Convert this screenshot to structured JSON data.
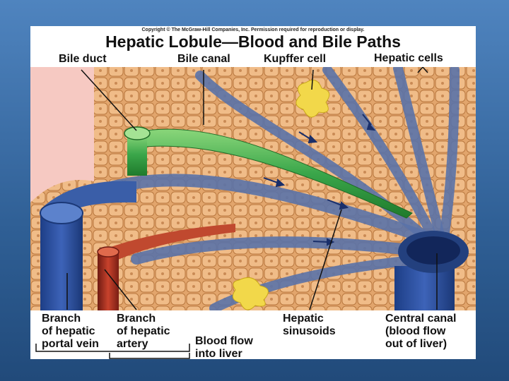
{
  "slide": {
    "copyright": "Copyright © The McGraw-Hill Companies, Inc. Permission required for reproduction or display.",
    "title": "Hepatic Lobule—Blood and Bile Paths"
  },
  "labels": {
    "bile_duct": "Bile duct",
    "bile_canal": "Bile canal",
    "kupffer_cell": "Kupffer cell",
    "hepatic_cells": "Hepatic cells",
    "portal_vein_branch": "Branch\nof hepatic\nportal vein",
    "hepatic_artery_branch": "Branch\nof hepatic\nartery",
    "blood_flow_into": "Blood flow\ninto liver",
    "hepatic_sinusoids": "Hepatic\nsinusoids",
    "central_canal": "Central canal\n(blood flow\nout of liver)"
  },
  "colors": {
    "background": "#3a6ea8",
    "hepatocyte": "#e8b07a",
    "sinusoid": "#5a72a8",
    "bile": "#3aa64a",
    "artery": "#b83a2a",
    "kupffer": "#f2d84a"
  }
}
